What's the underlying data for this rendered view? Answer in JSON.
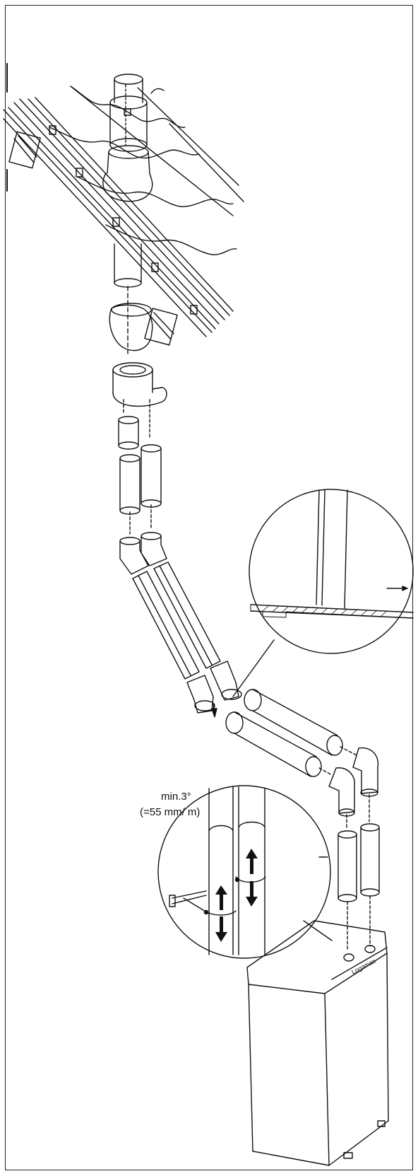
{
  "annotations": {
    "angle": "min.3°",
    "slope": "(=55 mm/ m)"
  },
  "boiler": {
    "brand": "Logamax"
  },
  "colors": {
    "line": "#111111",
    "frame": "#222222",
    "background": "#ffffff"
  }
}
